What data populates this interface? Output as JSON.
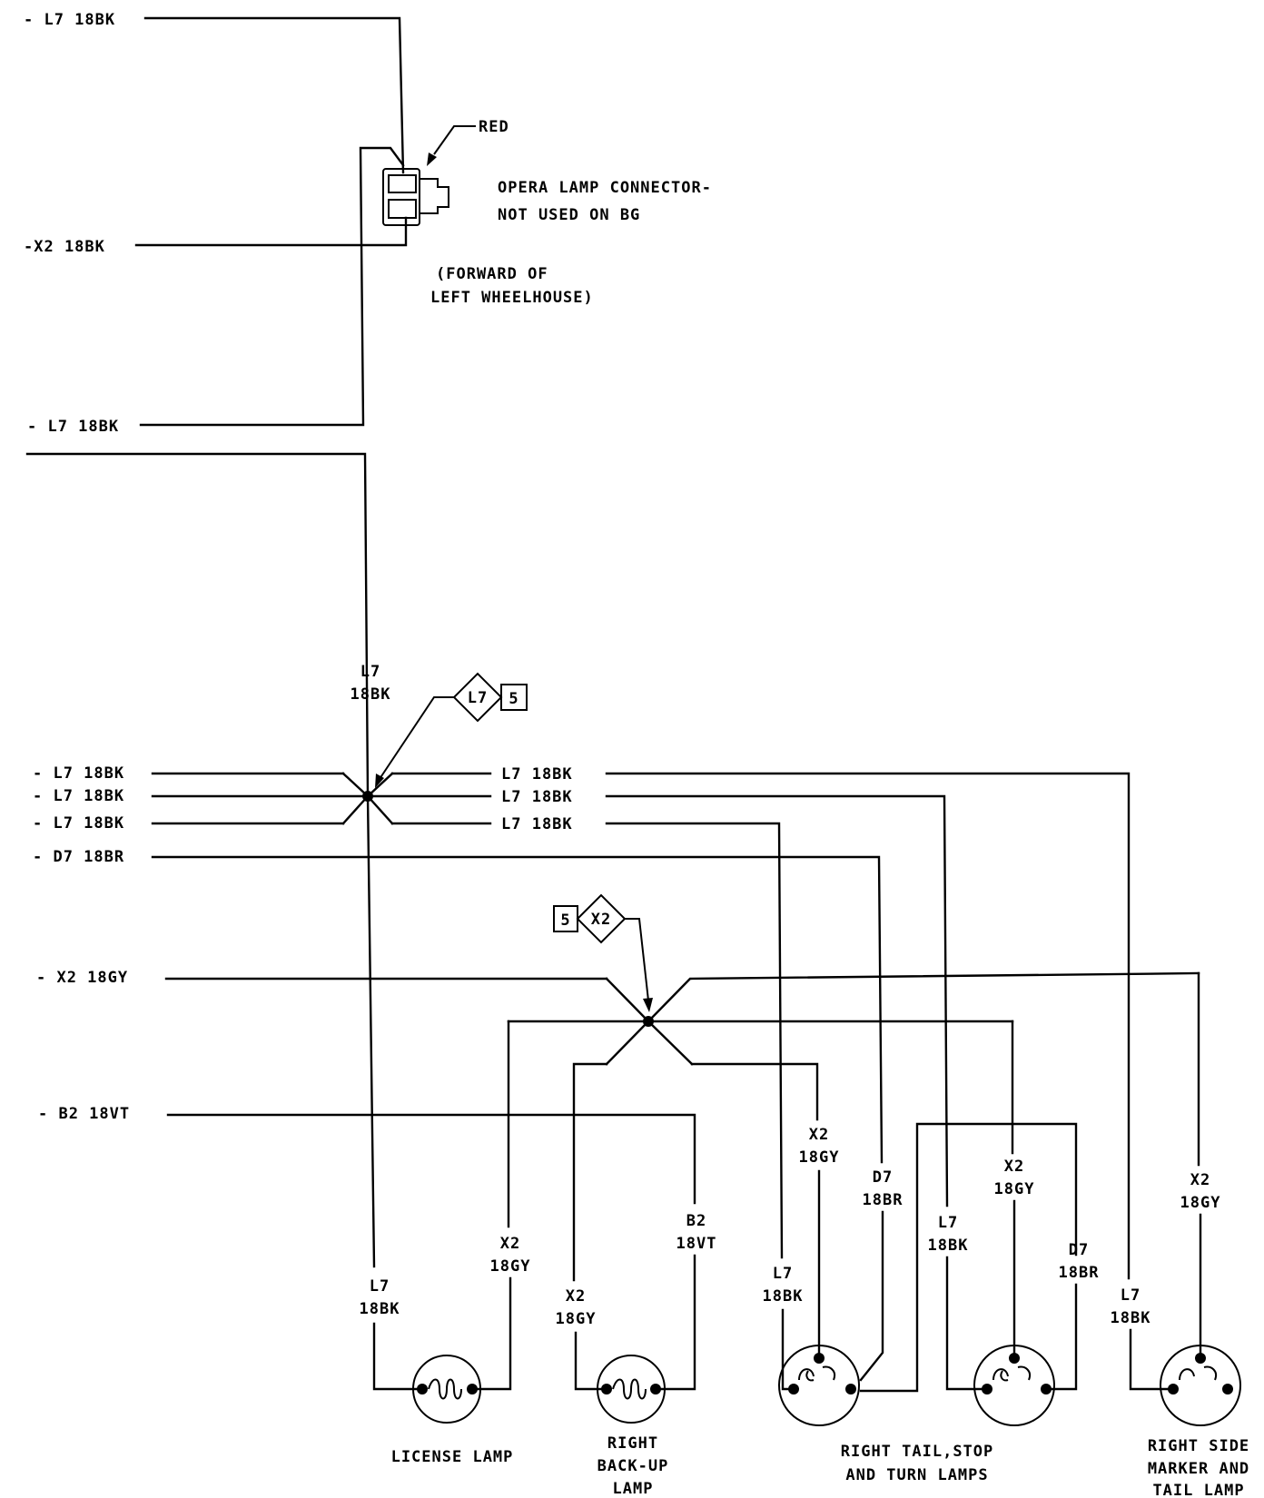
{
  "inputs": {
    "l7_top": "- L7 18BK",
    "x2_opera": "-X2 18BK",
    "l7_opera": "- L7 18BK",
    "l7_a": "- L7 18BK",
    "l7_b": "- L7 18BK",
    "l7_c": "- L7 18BK",
    "d7": "- D7 18BR",
    "x2_gy": "- X2 18GY",
    "b2": "- B2 18VT"
  },
  "opera": {
    "red": "RED",
    "title_1": "OPERA LAMP CONNECTOR-",
    "title_2": "NOT USED ON BG",
    "loc_1": "(FORWARD OF",
    "loc_2": "LEFT WHEELHOUSE)"
  },
  "splice_l7": {
    "wire": "L7",
    "size": "18BK",
    "id": "L7",
    "num": "5"
  },
  "splice_x2": {
    "id": "X2",
    "num": "5"
  },
  "right_labels": {
    "r1": "L7 18BK",
    "r2": "L7 18BK",
    "r3": "L7 18BK"
  },
  "drops": {
    "lic_l7": [
      "L7",
      "18BK"
    ],
    "lic_x2": [
      "X2",
      "18GY"
    ],
    "bu_x2": [
      "X2",
      "18GY"
    ],
    "bu_b2": [
      "B2",
      "18VT"
    ],
    "t1_l7": [
      "L7",
      "18BK"
    ],
    "t1_x2": [
      "X2",
      "18GY"
    ],
    "t1_d7": [
      "D7",
      "18BR"
    ],
    "t2_l7": [
      "L7",
      "18BK"
    ],
    "t2_x2": [
      "X2",
      "18GY"
    ],
    "t2_d7": [
      "D7",
      "18BR"
    ],
    "sm_l7": [
      "L7",
      "18BK"
    ],
    "sm_x2": [
      "X2",
      "18GY"
    ]
  },
  "lamps": {
    "license": [
      "LICENSE LAMP"
    ],
    "backup": [
      "RIGHT",
      "BACK-UP",
      "LAMP"
    ],
    "tail": [
      "RIGHT TAIL,STOP",
      "AND TURN LAMPS"
    ],
    "marker": [
      "RIGHT SIDE",
      "MARKER AND",
      "TAIL LAMP"
    ]
  }
}
